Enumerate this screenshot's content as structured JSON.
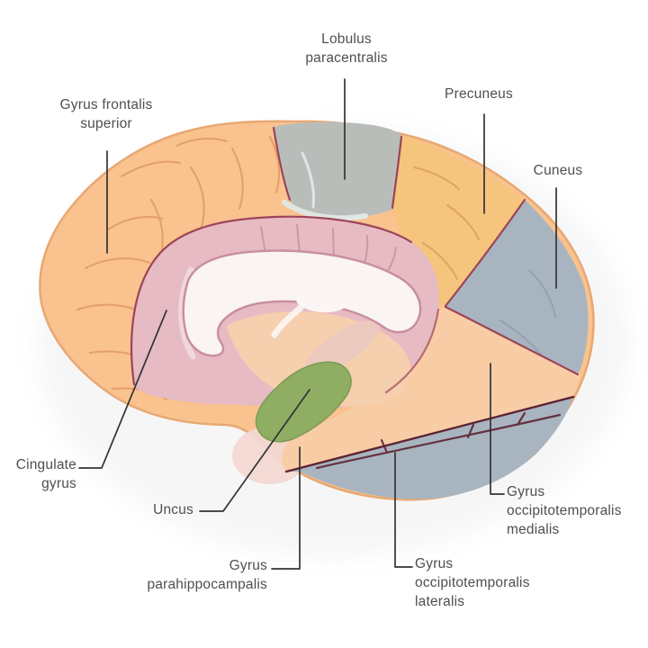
{
  "figure": {
    "labels": {
      "gyrus_frontalis_superior": {
        "lines": [
          "Gyrus frontalis",
          "superior"
        ]
      },
      "lobulus_paracentralis": {
        "lines": [
          "Lobulus",
          "paracentralis"
        ]
      },
      "precuneus": {
        "lines": [
          "Precuneus"
        ]
      },
      "cuneus": {
        "lines": [
          "Cuneus"
        ]
      },
      "cingulate_gyrus": {
        "lines": [
          "Cingulate",
          "gyrus"
        ]
      },
      "uncus": {
        "lines": [
          "Uncus"
        ]
      },
      "gyrus_parahippocampalis": {
        "lines": [
          "Gyrus",
          "parahippocampalis"
        ]
      },
      "gyrus_occipitotemporalis_medialis": {
        "lines": [
          "Gyrus",
          "occipitotemporalis",
          "medialis"
        ]
      },
      "gyrus_occipitotemporalis_lateralis": {
        "lines": [
          "Gyrus",
          "occipitotemporalis",
          "lateralis"
        ]
      }
    },
    "colors": {
      "background": "#ffffff",
      "label_text": "#4f4f4f",
      "leader_line": "#333333",
      "frontal_orange": "#f9c28e",
      "frontal_outline": "#e8a873",
      "sulci_orange": "#e09a63",
      "paracentral_gray": "#b9bdb9",
      "paracentral_highlight": "#dfeae6",
      "precuneus_yellow": "#f5c57d",
      "precuneus_sulci": "#dd9f5b",
      "cuneus_blue": "#a8b5c0",
      "blue_sulci": "#8d9fab",
      "cingulate_pink": "#e7bbc3",
      "pink_sulci": "#c88f9c",
      "boundary_maroon": "#9c4458",
      "deep_maroon": "#5e2433",
      "corpus_callosum_white": "#faf4f4",
      "cc_outline": "#c98f9d",
      "callosal_ring": "#eedbe0",
      "inner_peach": "#f6cfae",
      "thalamus_pink": "#ecc9be",
      "fornix_white": "#fbf6f5",
      "uncus_green": "#8fae63",
      "uncus_green_dark": "#7d9c53",
      "band_peach": "#f8cda6",
      "stem_pink": "#f2d8d2",
      "shadow": "#c9ced4"
    }
  }
}
